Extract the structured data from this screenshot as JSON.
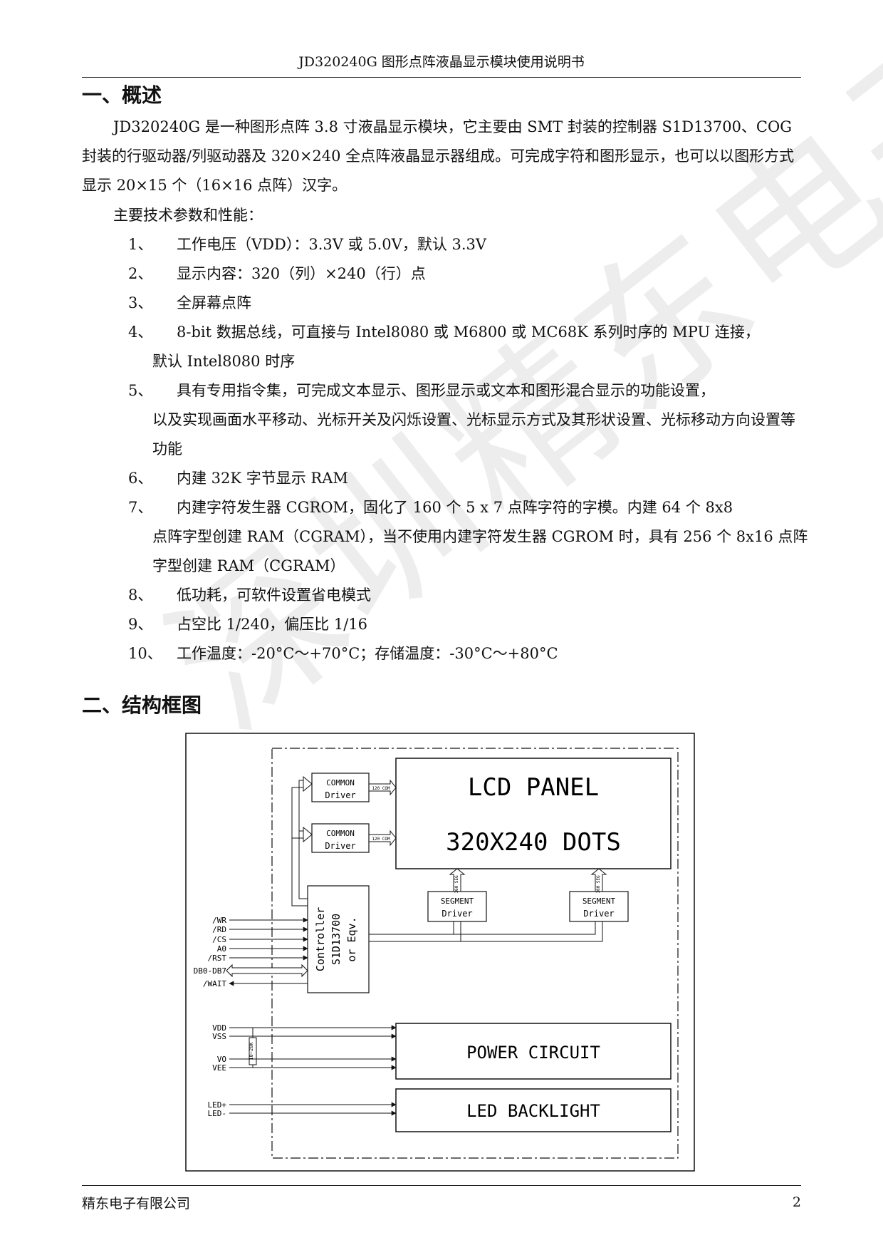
{
  "header": {
    "title": "JD320240G 图形点阵液晶显示模块使用说明书"
  },
  "watermark": {
    "text": "深圳精东电子"
  },
  "section1": {
    "title": "一、概述",
    "intro": "JD320240G 是一种图形点阵 3.8 寸液晶显示模块，它主要由 SMT 封装的控制器 S1D13700、COG 封装的行驱动器/列驱动器及 320×240 全点阵液晶显示器组成。可完成字符和图形显示，也可以以图形方式显示 20×15 个（16×16 点阵）汉字。",
    "params_heading": "主要技术参数和性能：",
    "items": [
      {
        "num": "1、",
        "text": "工作电压（VDD）：3.3V 或 5.0V，默认 3.3V",
        "cont": ""
      },
      {
        "num": "2、",
        "text": "显示内容：320（列）×240（行）点",
        "cont": ""
      },
      {
        "num": "3、",
        "text": "全屏幕点阵",
        "cont": ""
      },
      {
        "num": "4、",
        "text": "8-bit 数据总线，可直接与 Intel8080 或 M6800 或 MC68K 系列时序的 MPU 连接，",
        "cont": "默认 Intel8080 时序"
      },
      {
        "num": "5、",
        "text": "具有专用指令集，可完成文本显示、图形显示或文本和图形混合显示的功能设置，",
        "cont": "以及实现画面水平移动、光标开关及闪烁设置、光标显示方式及其形状设置、光标移动方向设置等功能"
      },
      {
        "num": "6、",
        "text": "内建 32K 字节显示 RAM",
        "cont": ""
      },
      {
        "num": "7、",
        "text": "内建字符发生器 CGROM，固化了 160 个 5 x 7 点阵字符的字模。内建 64 个 8x8",
        "cont": "点阵字型创建 RAM（CGRAM），当不使用内建字符发生器 CGROM 时，具有 256 个 8x16 点阵字型创建 RAM（CGRAM）"
      },
      {
        "num": "8、",
        "text": "低功耗，可软件设置省电模式",
        "cont": ""
      },
      {
        "num": "9、",
        "text": "占空比 1/240，偏压比 1/16",
        "cont": ""
      },
      {
        "num": "10、",
        "text": "工作温度：-20°C～+70°C；存储温度：-30°C～+80°C",
        "cont": ""
      }
    ]
  },
  "section2": {
    "title": "二、结构框图"
  },
  "diagram": {
    "lcd_panel_line1": "LCD PANEL",
    "lcd_panel_line2": "320X240 DOTS",
    "common_driver_1": {
      "line1": "COMMON",
      "line2": "Driver",
      "bus": "120 COM"
    },
    "common_driver_2": {
      "line1": "COMMON",
      "line2": "Driver",
      "bus": "120 COM"
    },
    "segment_driver_1": {
      "line1": "SEGMENT",
      "line2": "Driver",
      "bus": "160 SEG"
    },
    "segment_driver_2": {
      "line1": "SEGMENT",
      "line2": "Driver",
      "bus": "160 SEG"
    },
    "controller": {
      "line1": "Controller",
      "line2": "S1D13700",
      "line3": "or Eqv."
    },
    "power_circuit": "POWER CIRCUIT",
    "led_backlight": "LED BACKLIGHT",
    "resistor_label": "10~20K",
    "signals": [
      "/WR",
      "/RD",
      "/CS",
      "A0",
      "/RST",
      "DB0-DB7",
      "/WAIT"
    ],
    "power_pins": [
      "VDD",
      "VSS",
      "VO",
      "VEE"
    ],
    "led_pins": [
      "LED+",
      "LED-"
    ]
  },
  "footer": {
    "company": "精东电子有限公司",
    "page": "2"
  }
}
